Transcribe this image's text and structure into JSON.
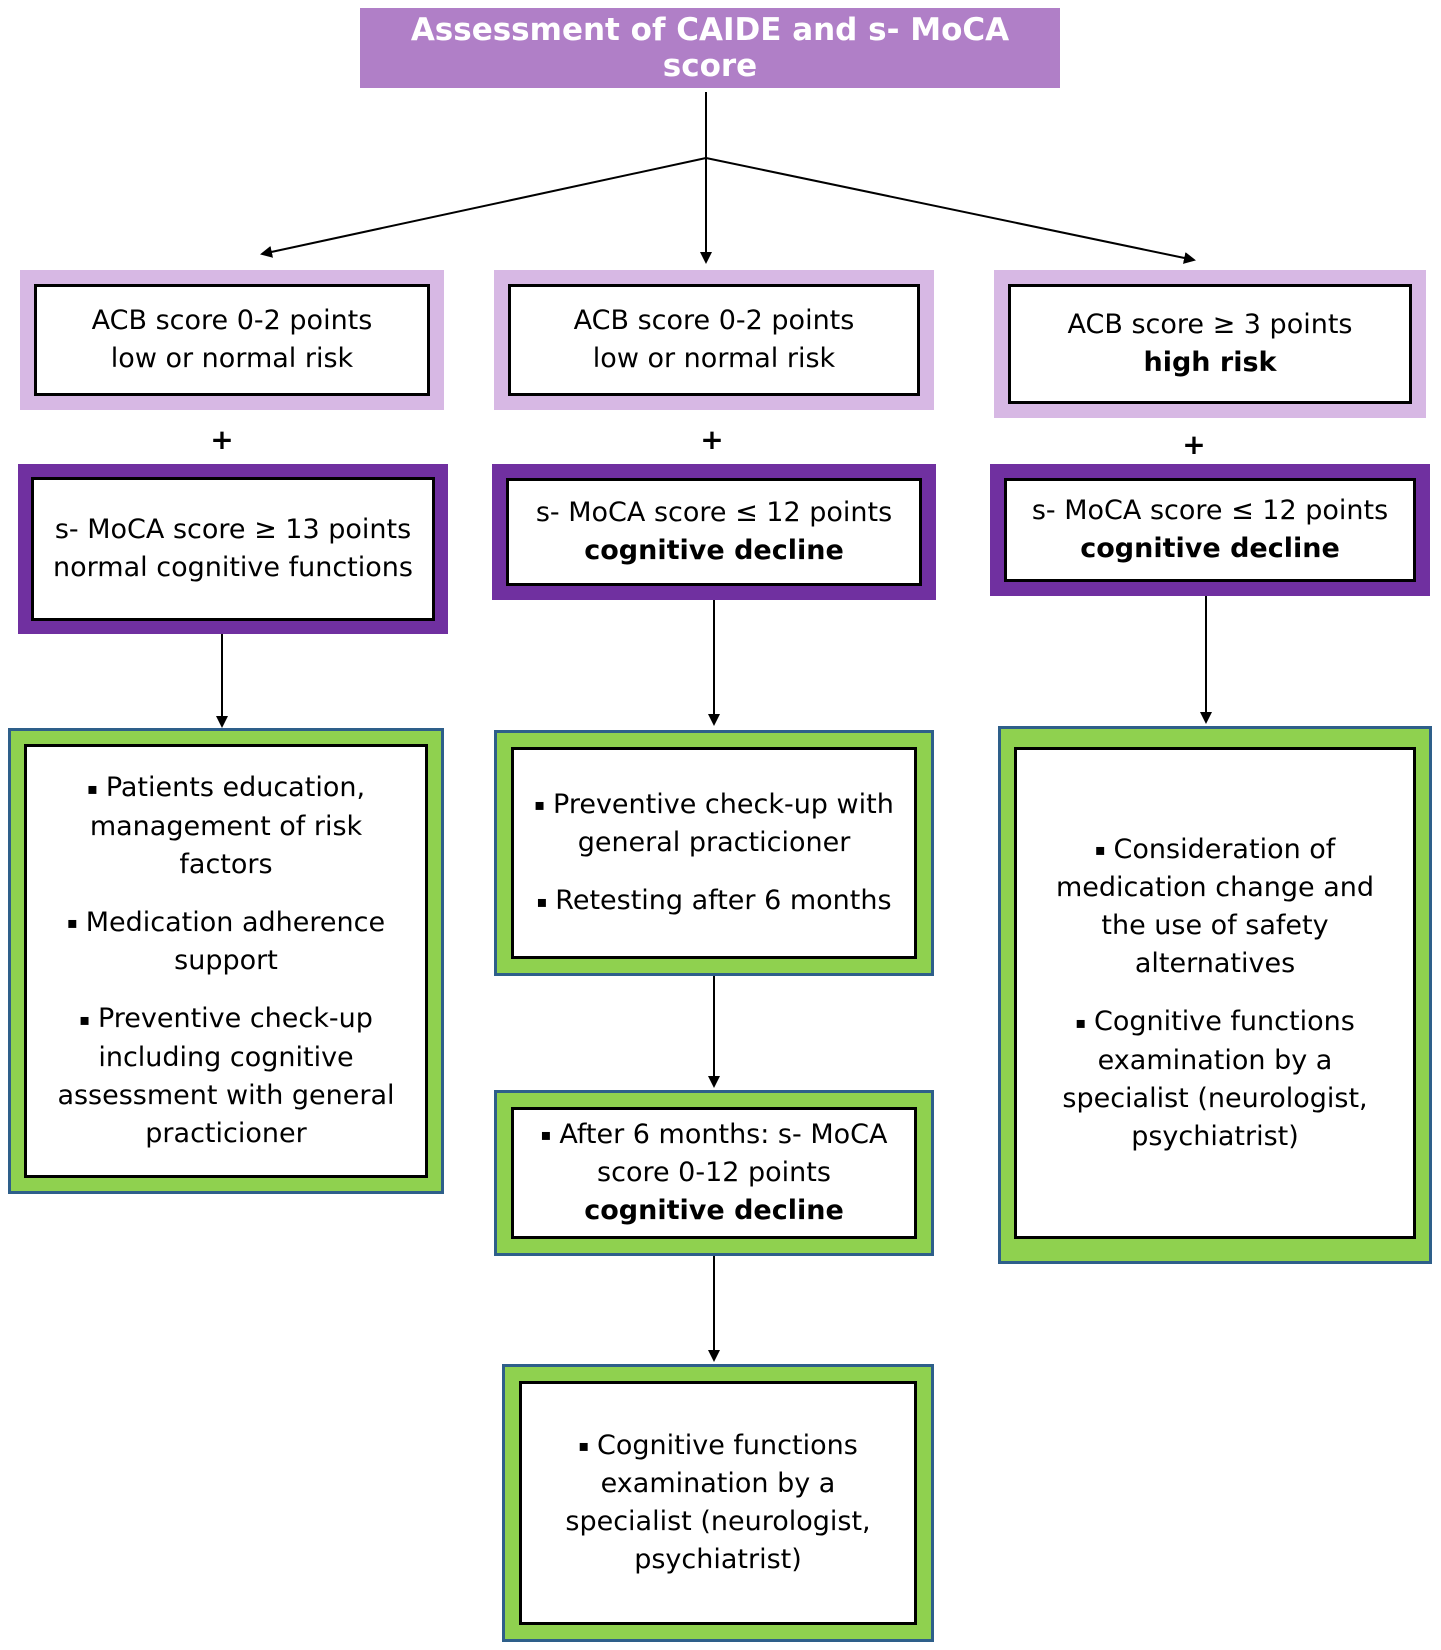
{
  "title": "Assessment of CAIDE and s- MoCA  score",
  "plus_sign": "+",
  "bullet_glyph": "▪",
  "columns": [
    {
      "acb": {
        "line1": "ACB score 0-2 points",
        "line2": "low or normal risk"
      },
      "moca": {
        "line1": "s- MoCA  score ≥ 13 points",
        "line2": "normal cognitive functions"
      },
      "actions": [
        "Patients education, management of risk factors",
        "Medication adherence support",
        "Preventive check-up including cognitive assessment with general practicioner"
      ]
    },
    {
      "acb": {
        "line1": "ACB score 0-2 points",
        "line2": "low or normal risk"
      },
      "moca": {
        "line1": "s- MoCA  score ≤ 12 points",
        "line2": "cognitive decline"
      },
      "actions": [
        "Preventive check-up with general practicioner",
        "Retesting after 6 months"
      ],
      "followup": {
        "text": "After 6 months: s- MoCA score 0-12 points",
        "bold": "cognitive decline"
      },
      "final": [
        "Cognitive functions examination by a specialist (neurologist, psychiatrist)"
      ]
    },
    {
      "acb": {
        "line1": "ACB score ≥ 3 points",
        "line2": "high risk"
      },
      "moca": {
        "line1": "s- MoCA  score ≤ 12 points",
        "line2": "cognitive decline"
      },
      "actions": [
        "Consideration of medication change and the use of safety alternatives",
        "Cognitive functions examination by a specialist (neurologist, psychiatrist)"
      ]
    }
  ]
}
